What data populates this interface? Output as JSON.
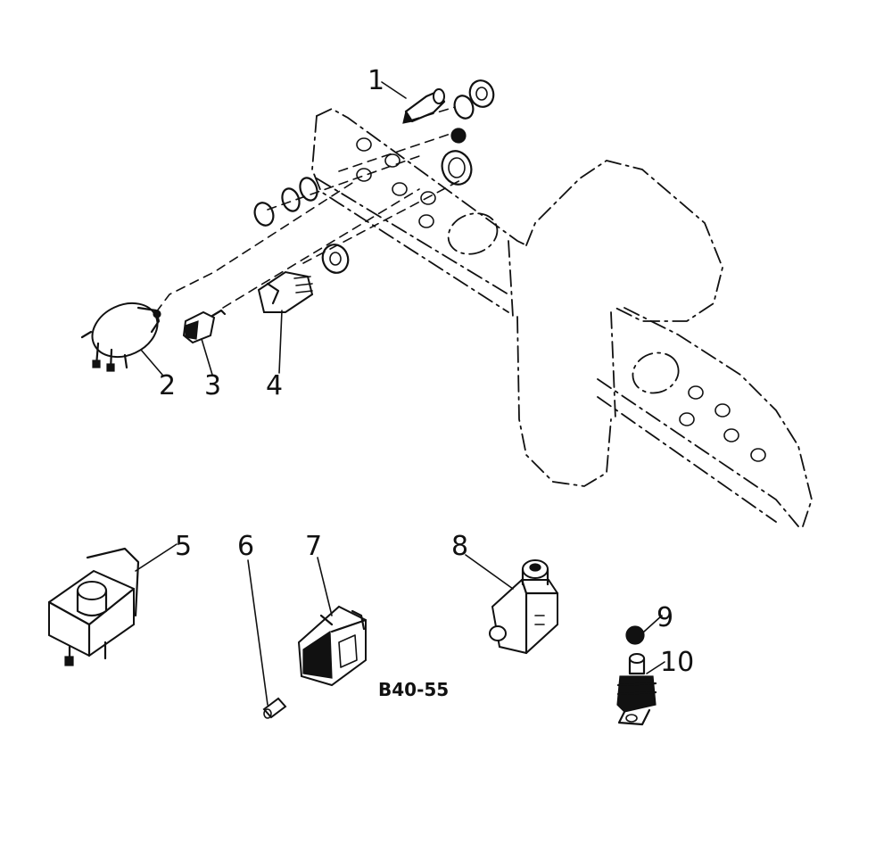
{
  "callouts": {
    "c1": "1",
    "c2": "2",
    "c3": "3",
    "c4": "4",
    "c5": "5",
    "c6": "6",
    "c7": "7",
    "c8": "8",
    "c9": "9",
    "c10": "10"
  },
  "figure_ref": "B40-55"
}
